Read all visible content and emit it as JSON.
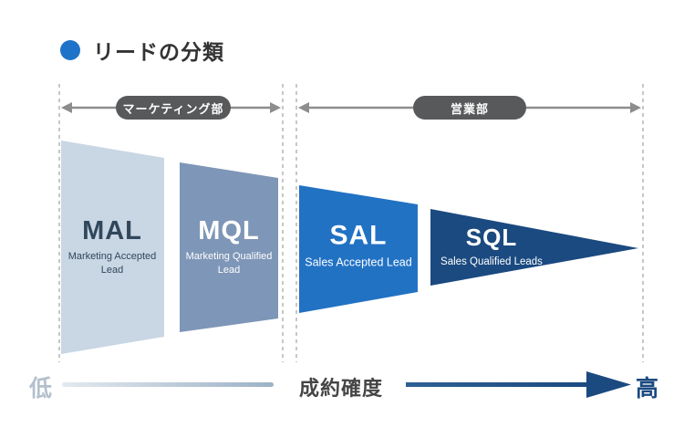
{
  "title": {
    "text": "リードの分類"
  },
  "departments": [
    {
      "id": "marketing",
      "label": "マーケティング部"
    },
    {
      "id": "sales",
      "label": "営業部"
    }
  ],
  "stages": [
    {
      "abbr": "MAL",
      "name": "Marketing Accepted Lead",
      "fill": "#c9d6e4"
    },
    {
      "abbr": "MQL",
      "name": "Marketing Qualified Lead",
      "fill": "#7e96b7"
    },
    {
      "abbr": "SAL",
      "name": "Sales Accepted Lead",
      "fill": "#2272c4"
    },
    {
      "abbr": "SQL",
      "name": "Sales Qualified Leads",
      "fill": "#1b4a80"
    }
  ],
  "axis": {
    "low": "低",
    "label": "成約確度",
    "high": "高"
  },
  "colors": {
    "accent_blue": "#1e73c8",
    "title_text": "#333333",
    "pill_bg": "#58595b",
    "pill_text": "#ffffff",
    "arrow_gray": "#8d8d8d",
    "dashed_line": "#c7c7c7",
    "mal_text": "#31475c",
    "stage_text_light": "#ffffff",
    "low_text": "#b3c0cd",
    "axis_label": "#454545",
    "high_text": "#1b4a80",
    "grad_low_start": "#e3e9ef",
    "grad_low_end": "#9cb2c6",
    "grad_high_start": "#2e6094",
    "grad_high_end": "#1b4a80"
  }
}
